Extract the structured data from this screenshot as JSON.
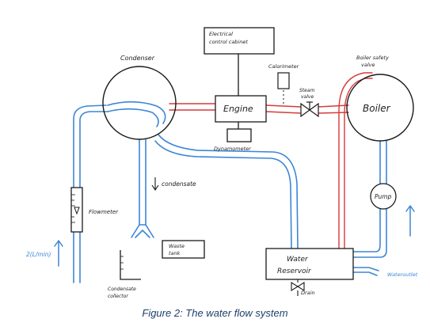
{
  "labels": {
    "electrical_line1": "Electrical",
    "electrical_line2": "control cabinet",
    "condenser": "Condenser",
    "calorimeter": "Calorimeter",
    "boiler_safety_line1": "Boiler safety",
    "boiler_safety_line2": "valve",
    "steam_line1": "Steam",
    "steam_line2": "valve",
    "engine": "Engine",
    "boiler": "Boiler",
    "dynamometer": "Dynamometer",
    "condensate": "condensate",
    "flowmeter": "Flowmeter",
    "pump": "Pump",
    "flow_rate": "2(L/min)",
    "waste_line1": "Waste",
    "waste_line2": "tank",
    "condensate_collector_line1": "Condensate",
    "condensate_collector_line2": "collector",
    "water": "Water",
    "reservoir": "Reservoir",
    "drain": "Drain",
    "water_outlet": "Wateroutlet"
  },
  "caption": "Figure 2: The water flow system",
  "colors": {
    "water_pipe": "#3c86d6",
    "steam_pipe": "#d83a3a",
    "outline": "#1a1a1a",
    "caption": "#1f3f6b"
  }
}
